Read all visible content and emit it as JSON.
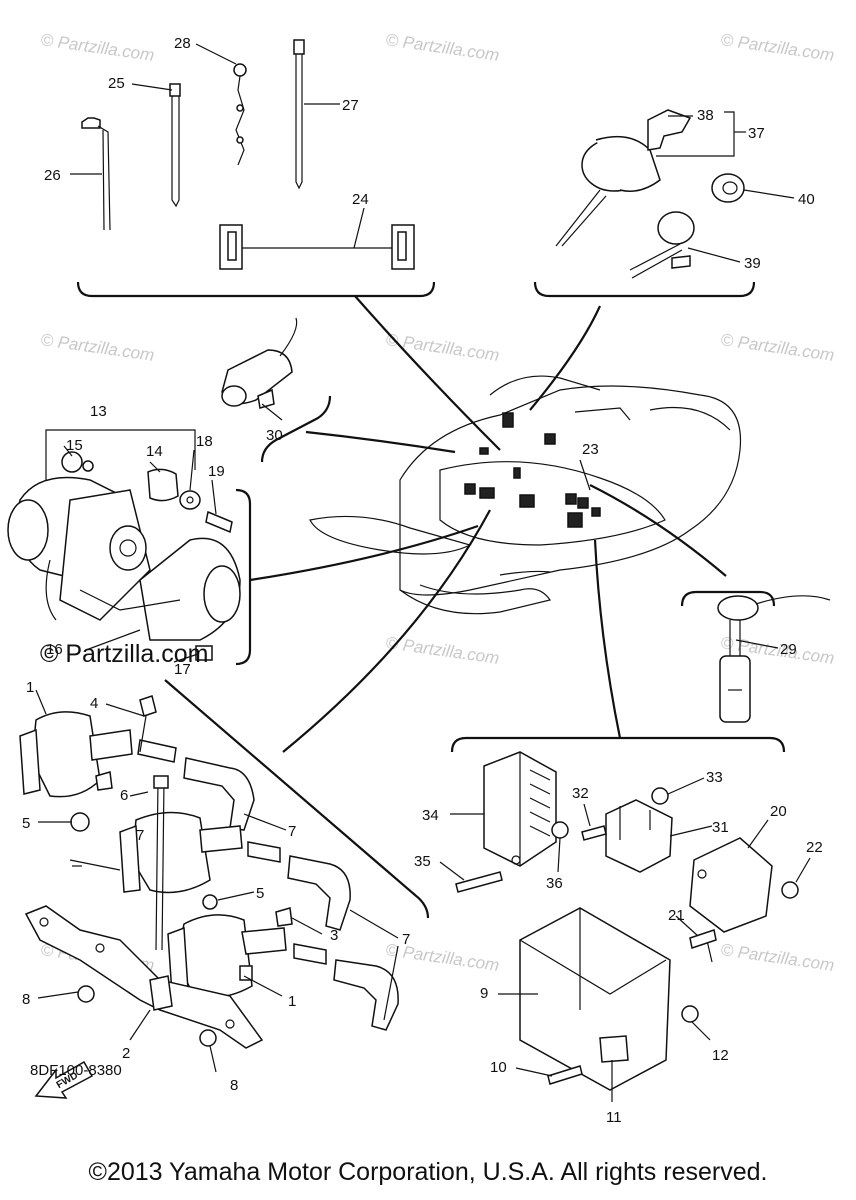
{
  "watermark": "© Partzilla.com",
  "watermark_bold": "© Partzilla.com",
  "diagram_code": "8DF100-8380",
  "fwd_label": "FWD",
  "copyright": "©2013 Yamaha Motor Corporation, U.S.A. All rights reserved.",
  "labels": [
    "1",
    "1",
    "2",
    "3",
    "4",
    "5",
    "5",
    "6",
    "7",
    "7",
    "7",
    "8",
    "8",
    "9",
    "10",
    "11",
    "12",
    "13",
    "14",
    "15",
    "16",
    "17",
    "18",
    "19",
    "20",
    "21",
    "22",
    "23",
    "24",
    "25",
    "26",
    "27",
    "28",
    "29",
    "30",
    "31",
    "32",
    "33",
    "34",
    "35",
    "36",
    "37",
    "38",
    "39",
    "40"
  ]
}
